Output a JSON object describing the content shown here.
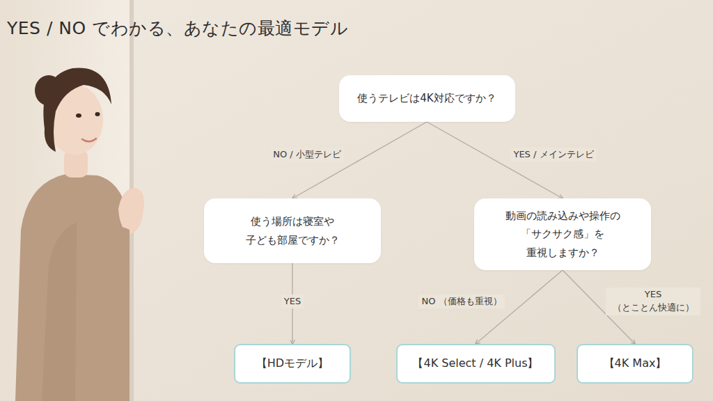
{
  "diagram": {
    "title": "YES / NO でわかる、あなたの最適モデル",
    "nodes": [
      {
        "text": [
          "使うテレビは4K対応ですか？"
        ]
      },
      {
        "text": [
          "使う場所は寝室や 子ども部屋ですか？"
        ]
      },
      {
        "text": [
          "動画の読み込みや操作の 「サクサク感」を 重視しますか？"
        ]
      },
      {
        "text": [
          "【HDモデル】"
        ]
      },
      {
        "text": [
          "【4K Select / 4K Plus】"
        ]
      },
      {
        "text": [
          "【4K Max】"
        ]
      }
    ],
    "edges": [
      {
        "from": 0,
        "to": 1,
        "arrow": "to",
        "label": "NO / 小型テレビ"
      },
      {
        "from": 0,
        "to": 2,
        "arrow": "to",
        "label": "YES / メインテレビ"
      },
      {
        "from": 1,
        "to": 3,
        "arrow": "to",
        "label": "YES"
      },
      {
        "from": 2,
        "to": 4,
        "arrow": "to",
        "label": "NO （価格も重視）"
      },
      {
        "from": 2,
        "to": 5,
        "arrow": "to",
        "label": "YES （とことん快適に）"
      }
    ]
  }
}
